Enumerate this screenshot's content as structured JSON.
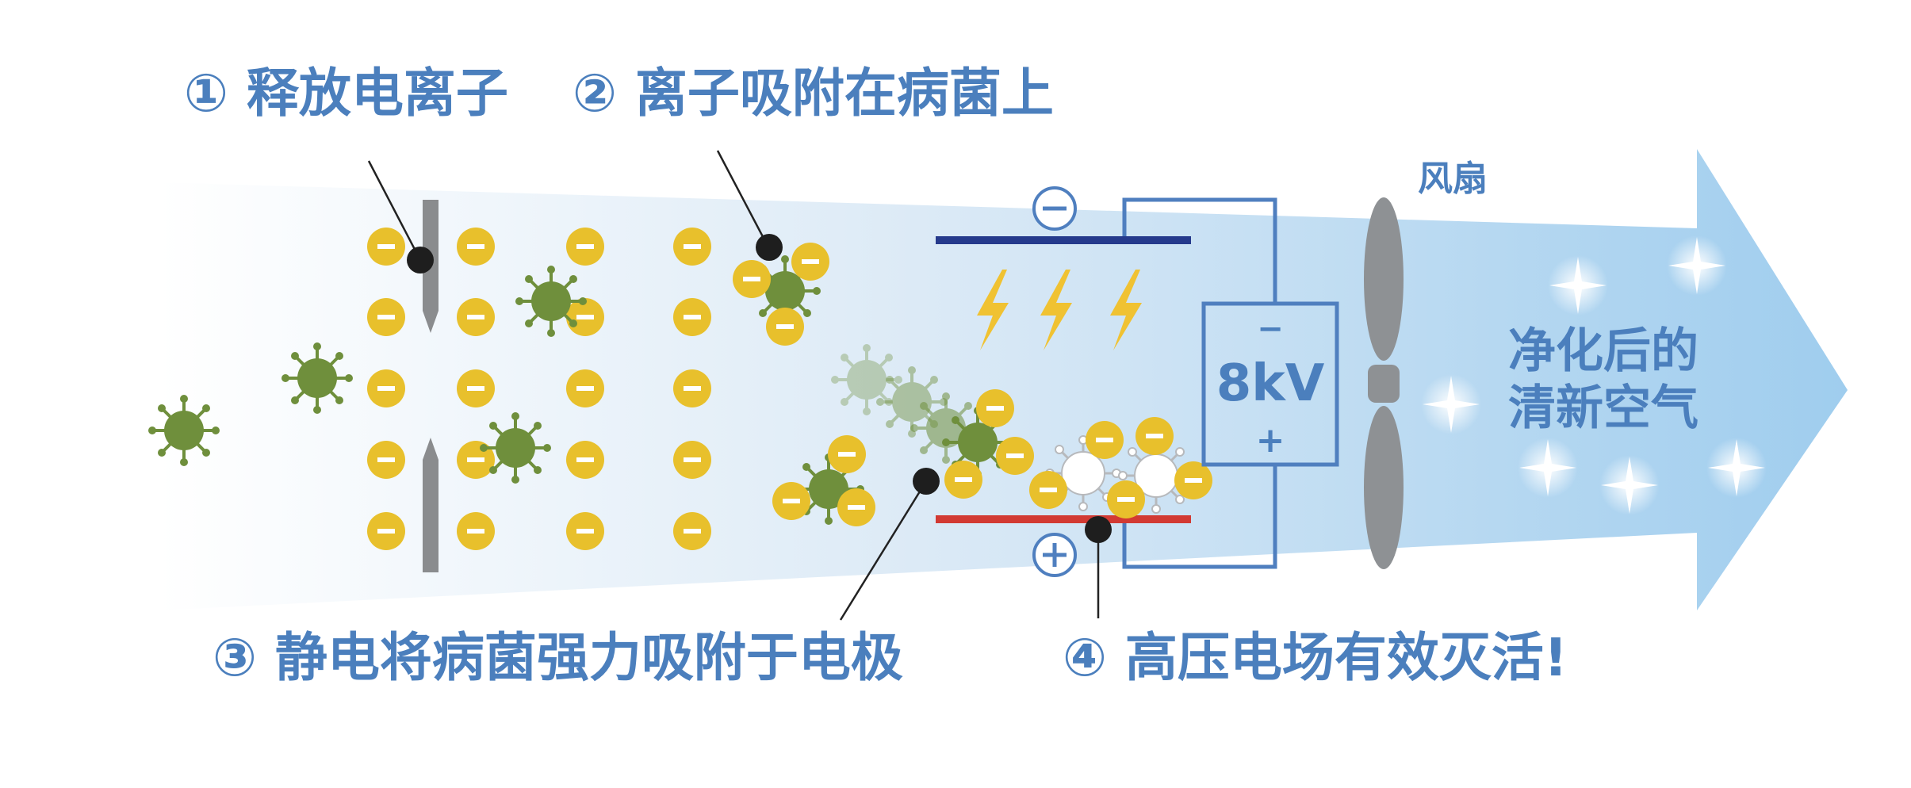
{
  "labels": {
    "step1": "① 释放电离子",
    "step2": "② 离子吸附在病菌上",
    "step3": "③ 静电将病菌强力吸附于电极",
    "step4": "④ 高压电场有效灭活!",
    "fan": "风扇",
    "clean_air_line1": "净化后的",
    "clean_air_line2": "清新空气",
    "voltage": "8kV",
    "voltage_minus": "−",
    "voltage_plus": "+",
    "neg_plate_sign": "⊖",
    "pos_plate_sign": "⊕"
  },
  "colors": {
    "label_blue": "#4b7fbd",
    "arrow_blue": "#a9d3ee",
    "negative_plate": "#253a8c",
    "positive_plate": "#d23a33",
    "circuit_blue": "#4f7fbf",
    "ion_yellow": "#e8c02c",
    "germ_green": "#6f8f3c",
    "needle_gray": "#8a8c8e",
    "fan_gray": "#8e9194"
  }
}
